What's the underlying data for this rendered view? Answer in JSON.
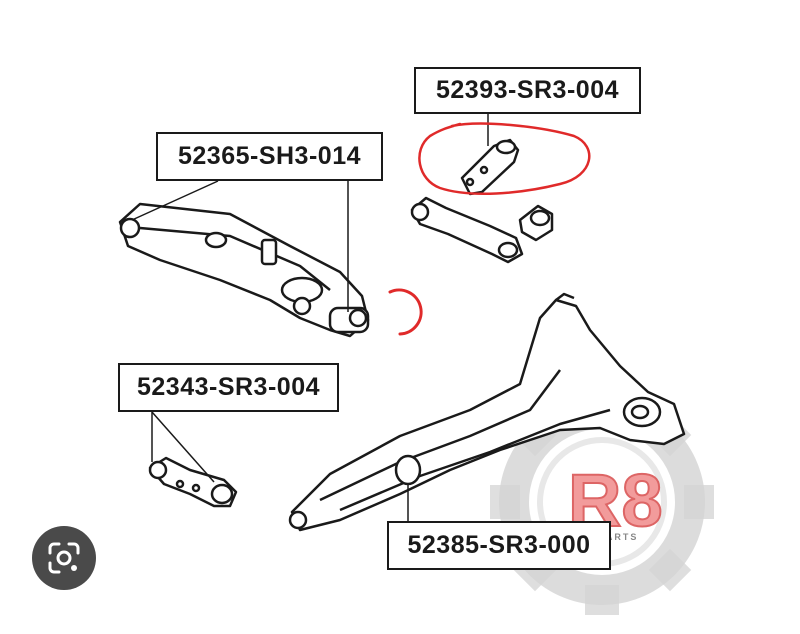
{
  "parts": [
    {
      "id": "a",
      "number": "52393-SR3-004"
    },
    {
      "id": "b",
      "number": "52365-SH3-014"
    },
    {
      "id": "c",
      "number": "52343-SR3-004"
    },
    {
      "id": "d",
      "number": "52385-SR3-000"
    }
  ],
  "watermark": {
    "brand": "R8",
    "tagline": "LEADPARTS",
    "color": "#e04040"
  },
  "colors": {
    "line": "#1a1a1a",
    "highlight": "#e02a2a",
    "gear": "#c8c8c8",
    "lens_button": "#4a4a4a"
  },
  "icons": {
    "lens": "google-lens-icon"
  }
}
